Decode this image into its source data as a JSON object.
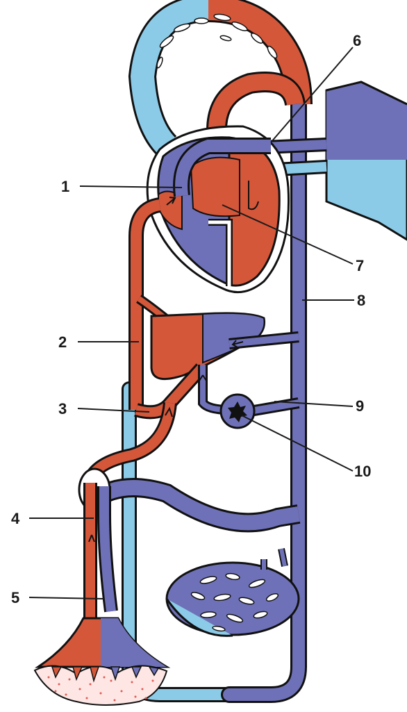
{
  "labels": [
    "1",
    "2",
    "3",
    "4",
    "5",
    "6",
    "7",
    "8",
    "9",
    "10"
  ],
  "colors": {
    "red": "#d4573a",
    "purple": "#6e71b7",
    "light_blue": "#8ccbe8",
    "outline": "#111111",
    "stipple": "#e25b55",
    "tissue": "#fde6e4"
  }
}
